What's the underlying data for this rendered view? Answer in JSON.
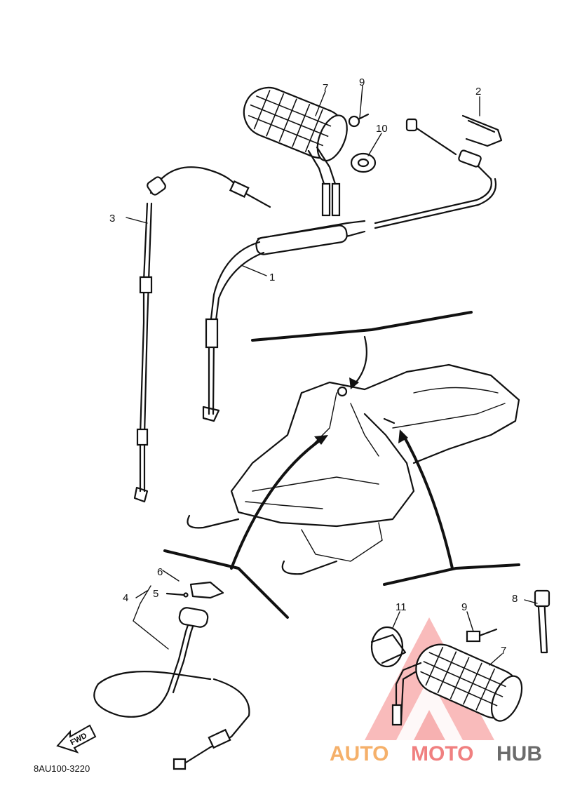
{
  "diagram": {
    "callouts": [
      {
        "id": "1",
        "text": "1"
      },
      {
        "id": "2",
        "text": "2"
      },
      {
        "id": "3",
        "text": "3"
      },
      {
        "id": "4",
        "text": "4"
      },
      {
        "id": "5",
        "text": "5"
      },
      {
        "id": "6",
        "text": "6"
      },
      {
        "id": "7a",
        "text": "7"
      },
      {
        "id": "7b",
        "text": "7"
      },
      {
        "id": "8",
        "text": "8"
      },
      {
        "id": "9a",
        "text": "9"
      },
      {
        "id": "9b",
        "text": "9"
      },
      {
        "id": "10",
        "text": "10"
      },
      {
        "id": "11",
        "text": "11"
      }
    ],
    "fwd_label": "FWD",
    "drawing_code": "8AU100-3220"
  },
  "watermark": {
    "part1": "AUTO",
    "part2": "MOTO",
    "part3": "HUB",
    "colors": {
      "auto": "#f5b06a",
      "moto": "#f08080",
      "hub": "#6b6b6b",
      "logo": "#f26d6d"
    }
  }
}
